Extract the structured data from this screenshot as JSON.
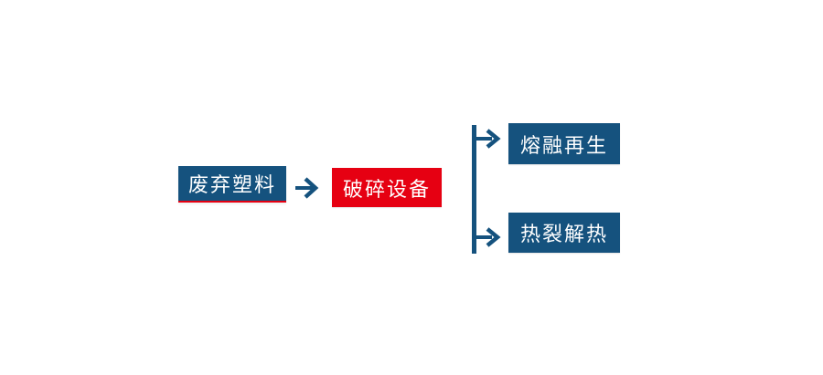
{
  "diagram": {
    "nodes": [
      {
        "id": "waste-plastic",
        "label": "废弃塑料",
        "style": "blue-with-red-underline"
      },
      {
        "id": "crushing-equipment",
        "label": "破碎设备",
        "style": "red"
      },
      {
        "id": "melt-regeneration",
        "label": "熔融再生",
        "style": "blue"
      },
      {
        "id": "pyrolysis-heat",
        "label": "热裂解热",
        "style": "blue"
      }
    ],
    "connections": [
      {
        "from": "waste-plastic",
        "to": "crushing-equipment",
        "type": "arrow-right"
      },
      {
        "from": "crushing-equipment",
        "to": "melt-regeneration",
        "type": "branch-arrow-right"
      },
      {
        "from": "crushing-equipment",
        "to": "pyrolysis-heat",
        "type": "branch-arrow-right"
      }
    ]
  },
  "colors": {
    "node_blue": "#15527E",
    "node_red": "#E60012",
    "arrow_blue": "#15527E",
    "underline_red": "#E60012",
    "text_color": "#FFFFFF",
    "bg_color": "#FFFFFF"
  }
}
